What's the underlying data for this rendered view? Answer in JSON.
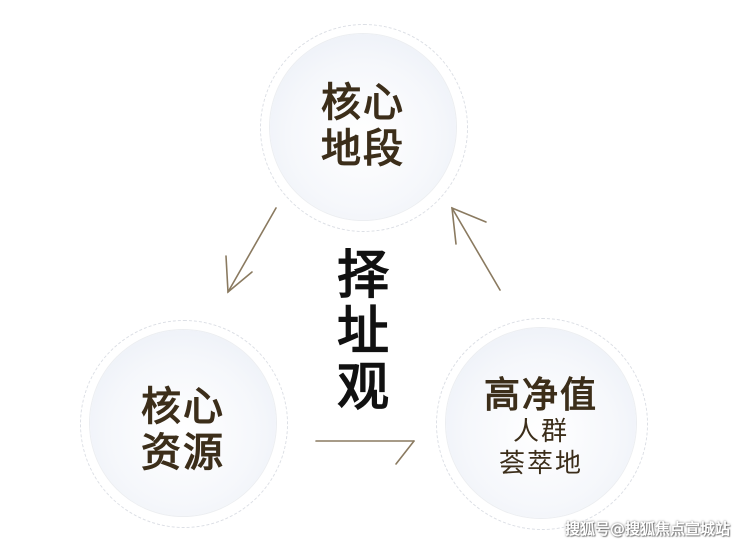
{
  "nodes": {
    "top": {
      "line1": "核心",
      "line2": "地段"
    },
    "left": {
      "line1": "核心",
      "line2": "资源"
    },
    "right": {
      "line1": "高净值",
      "line2": "人群",
      "line3": "荟萃地"
    }
  },
  "center": {
    "chars": [
      "择",
      "址",
      "观"
    ]
  },
  "watermark": "搜狐号@搜狐焦点宣城站",
  "colors": {
    "node_text": "#3c2e1a",
    "center_text": "#111111",
    "arrow": "#8a7a60"
  }
}
